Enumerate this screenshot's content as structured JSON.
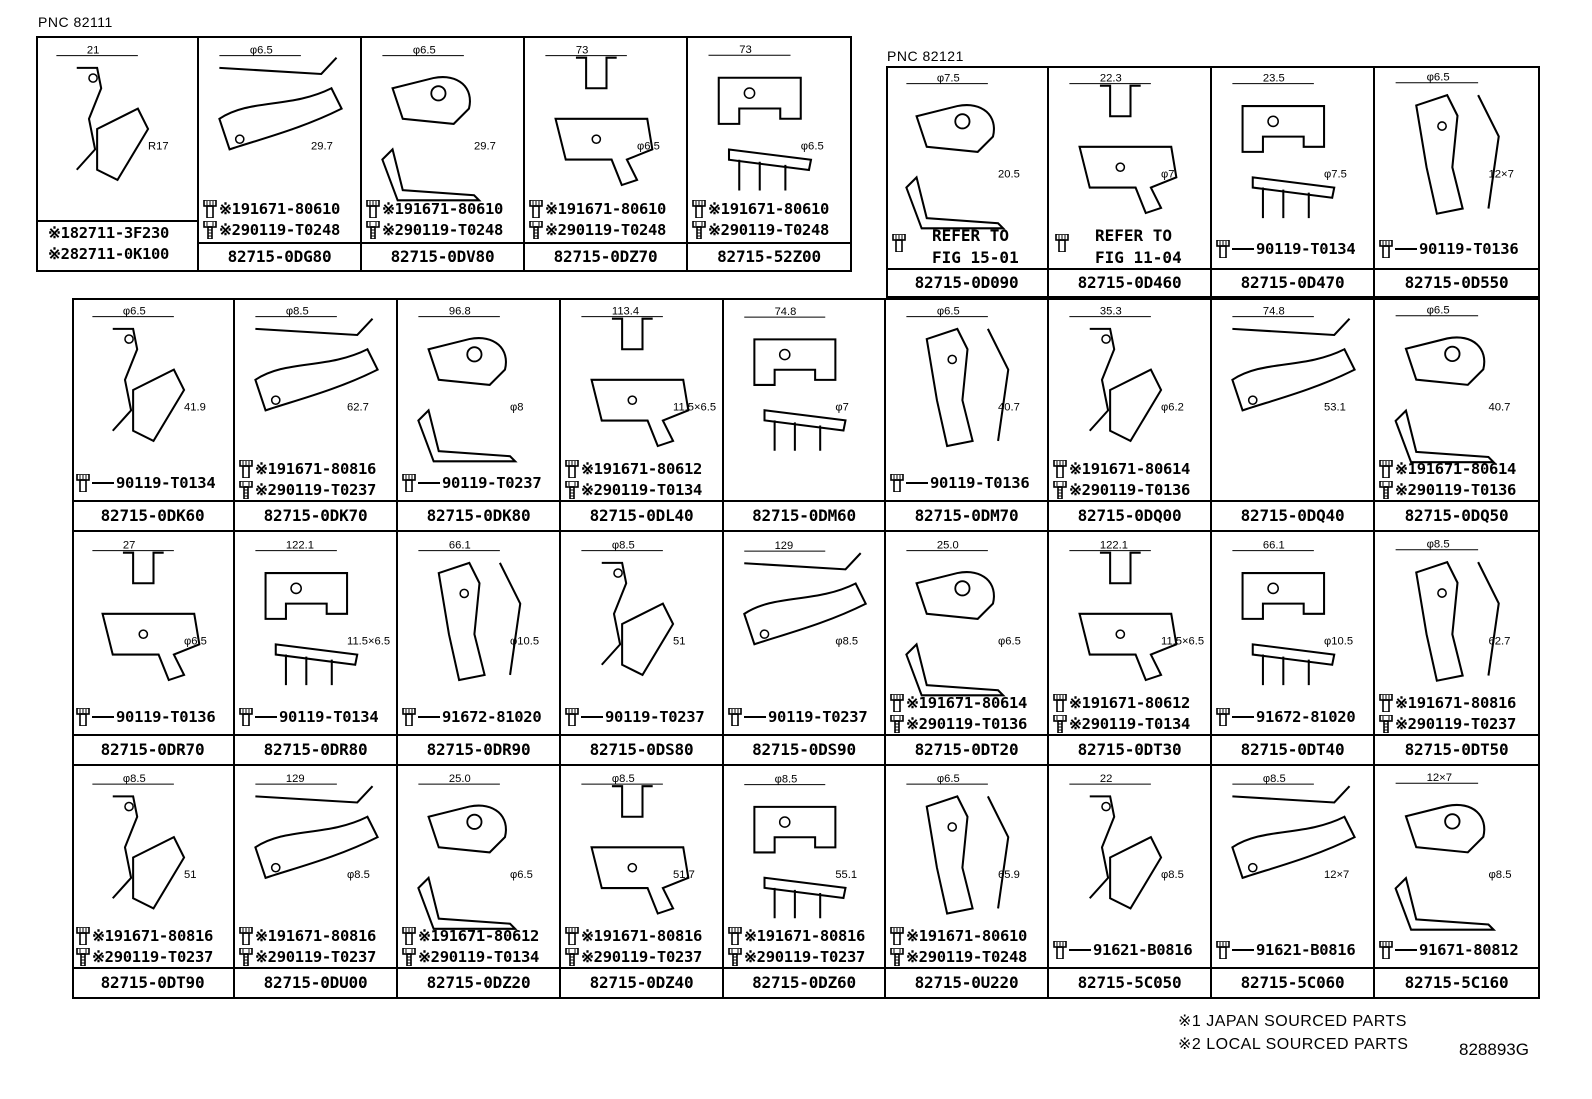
{
  "pnc_left": "PNC 82111",
  "pnc_right": "PNC 82121",
  "group_a": [
    {
      "fasteners": [],
      "part": "",
      "codes": [
        "※182711-3F230",
        "※282711-0K100"
      ],
      "dims": [
        "21",
        "R17"
      ]
    },
    {
      "fasteners": [
        "※191671-80610",
        "※290119-T0248"
      ],
      "part": "82715-0DG80",
      "dims": [
        "φ6.5",
        "29.7"
      ]
    },
    {
      "fasteners": [
        "※191671-80610",
        "※290119-T0248"
      ],
      "part": "82715-0DV80",
      "dims": [
        "φ6.5",
        "29.7"
      ]
    },
    {
      "fasteners": [
        "※191671-80610",
        "※290119-T0248"
      ],
      "part": "82715-0DZ70",
      "dims": [
        "73",
        "φ6.5"
      ]
    },
    {
      "fasteners": [
        "※191671-80610",
        "※290119-T0248"
      ],
      "part": "82715-52Z00",
      "dims": [
        "73",
        "φ6.5"
      ]
    }
  ],
  "group_b": [
    {
      "fasteners": [],
      "ref": [
        "REFER TO",
        "FIG 15-01"
      ],
      "part": "82715-0D090",
      "dims": [
        "φ7.5",
        "20.5"
      ]
    },
    {
      "fasteners": [],
      "ref": [
        "REFER TO",
        "FIG 11-04"
      ],
      "part": "82715-0D460",
      "dims": [
        "22.3",
        "φ7"
      ]
    },
    {
      "fasteners": [
        "90119-T0134"
      ],
      "part": "82715-0D470",
      "dims": [
        "23.5",
        "φ7.5"
      ]
    },
    {
      "fasteners": [
        "90119-T0136"
      ],
      "part": "82715-0D550",
      "dims": [
        "φ6.5",
        "12×7"
      ]
    }
  ],
  "row2": [
    {
      "fasteners": [
        "90119-T0134"
      ],
      "part": "82715-0DK60",
      "dims": [
        "φ6.5",
        "41.9"
      ]
    },
    {
      "fasteners": [
        "※191671-80816",
        "※290119-T0237"
      ],
      "part": "82715-0DK70",
      "dims": [
        "φ8.5",
        "62.7"
      ]
    },
    {
      "fasteners": [
        "90119-T0237"
      ],
      "part": "82715-0DK80",
      "dims": [
        "96.8",
        "φ8"
      ]
    },
    {
      "fasteners": [
        "※191671-80612",
        "※290119-T0134"
      ],
      "part": "82715-0DL40",
      "dims": [
        "113.4",
        "11.5×6.5"
      ]
    },
    {
      "fasteners": [],
      "part": "82715-0DM60",
      "dims": [
        "74.8",
        "φ7"
      ]
    },
    {
      "fasteners": [
        "90119-T0136"
      ],
      "part": "82715-0DM70",
      "dims": [
        "φ6.5",
        "40.7"
      ]
    },
    {
      "fasteners": [
        "※191671-80614",
        "※290119-T0136"
      ],
      "part": "82715-0DQ00",
      "dims": [
        "35.3",
        "φ6.2"
      ]
    },
    {
      "fasteners": [],
      "part": "82715-0DQ40",
      "dims": [
        "74.8",
        "53.1"
      ]
    },
    {
      "fasteners": [
        "※191671-80614",
        "※290119-T0136"
      ],
      "part": "82715-0DQ50",
      "dims": [
        "φ6.5",
        "40.7"
      ]
    }
  ],
  "row3": [
    {
      "fasteners": [
        "90119-T0136"
      ],
      "part": "82715-0DR70",
      "dims": [
        "27",
        "φ6.5"
      ]
    },
    {
      "fasteners": [
        "90119-T0134"
      ],
      "part": "82715-0DR80",
      "dims": [
        "122.1",
        "11.5×6.5"
      ]
    },
    {
      "fasteners": [
        "91672-81020"
      ],
      "part": "82715-0DR90",
      "dims": [
        "66.1",
        "φ10.5"
      ]
    },
    {
      "fasteners": [
        "90119-T0237"
      ],
      "part": "82715-0DS80",
      "dims": [
        "φ8.5",
        "51"
      ]
    },
    {
      "fasteners": [
        "90119-T0237"
      ],
      "part": "82715-0DS90",
      "dims": [
        "129",
        "φ8.5"
      ]
    },
    {
      "fasteners": [
        "※191671-80614",
        "※290119-T0136"
      ],
      "part": "82715-0DT20",
      "dims": [
        "25.0",
        "φ6.5"
      ]
    },
    {
      "fasteners": [
        "※191671-80612",
        "※290119-T0134"
      ],
      "part": "82715-0DT30",
      "dims": [
        "122.1",
        "11.5×6.5"
      ]
    },
    {
      "fasteners": [
        "91672-81020"
      ],
      "part": "82715-0DT40",
      "dims": [
        "66.1",
        "φ10.5"
      ]
    },
    {
      "fasteners": [
        "※191671-80816",
        "※290119-T0237"
      ],
      "part": "82715-0DT50",
      "dims": [
        "φ8.5",
        "62.7"
      ]
    }
  ],
  "row4": [
    {
      "fasteners": [
        "※191671-80816",
        "※290119-T0237"
      ],
      "part": "82715-0DT90",
      "dims": [
        "φ8.5",
        "51"
      ]
    },
    {
      "fasteners": [
        "※191671-80816",
        "※290119-T0237"
      ],
      "part": "82715-0DU00",
      "dims": [
        "129",
        "φ8.5"
      ]
    },
    {
      "fasteners": [
        "※191671-80612",
        "※290119-T0134"
      ],
      "part": "82715-0DZ20",
      "dims": [
        "25.0",
        "φ6.5"
      ]
    },
    {
      "fasteners": [
        "※191671-80816",
        "※290119-T0237"
      ],
      "part": "82715-0DZ40",
      "dims": [
        "φ8.5",
        "51.7"
      ]
    },
    {
      "fasteners": [
        "※191671-80816",
        "※290119-T0237"
      ],
      "part": "82715-0DZ60",
      "dims": [
        "φ8.5",
        "55.1"
      ]
    },
    {
      "fasteners": [
        "※191671-80610",
        "※290119-T0248"
      ],
      "part": "82715-0U220",
      "dims": [
        "φ6.5",
        "65.9"
      ]
    },
    {
      "fasteners": [
        "91621-B0816"
      ],
      "part": "82715-5C050",
      "dims": [
        "22",
        "φ8.5"
      ]
    },
    {
      "fasteners": [
        "91621-B0816"
      ],
      "part": "82715-5C060",
      "dims": [
        "φ8.5",
        "12×7"
      ]
    },
    {
      "fasteners": [
        "91671-80812"
      ],
      "part": "82715-5C160",
      "dims": [
        "12×7",
        "φ8.5"
      ]
    }
  ],
  "legend": [
    "※1 JAPAN SOURCED PARTS",
    "※2 LOCAL SOURCED PARTS"
  ],
  "diagram_code": "828893G"
}
